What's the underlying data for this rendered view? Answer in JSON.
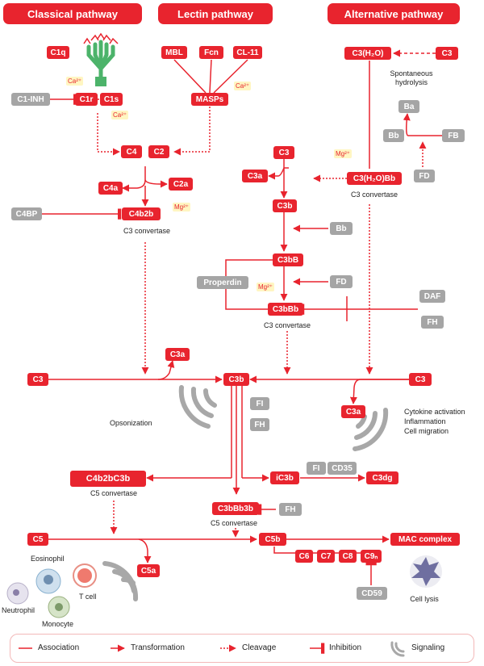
{
  "colors": {
    "accent": "#e8242e",
    "grey": "#a5a5a5",
    "ion_bg": "#fff6c2"
  },
  "pathways": {
    "classical": "Classical pathway",
    "lectin": "Lectin pathway",
    "alternative": "Alternative pathway"
  },
  "classical": {
    "c1q": "C1q",
    "c1inh": "C1-INH",
    "c1r": "C1r",
    "c1s": "C1s",
    "ca1": "Ca²⁺",
    "ca2": "Ca²⁺",
    "c4": "C4",
    "c2": "C2",
    "c4a": "C4a",
    "c2a": "C2a",
    "c4bp": "C4BP",
    "c4b2b": "C4b2b",
    "mg": "Mg²⁺",
    "convertase": "C3 convertase"
  },
  "lectin": {
    "mbl": "MBL",
    "fcn": "Fcn",
    "cl11": "CL-11",
    "masps": "MASPs",
    "ca": "Ca²⁺"
  },
  "alternative": {
    "c3h2o": "C3(H₂O)",
    "c3": "C3",
    "hydrolysis": [
      "Spontaneous",
      "hydrolysis"
    ],
    "ba": "Ba",
    "bb": "Bb",
    "fb": "FB",
    "mg": "Mg²⁺",
    "c3h2obb": "C3(H₂O)Bb",
    "fd": "FD",
    "convertase": "C3 convertase"
  },
  "amplification": {
    "c3": "C3",
    "c3a": "C3a",
    "c3b": "C3b",
    "bb": "Bb",
    "c3bb": "C3bB",
    "properdin": "Properdin",
    "fd": "FD",
    "mg": "Mg²⁺",
    "c3bbb": "C3bBb",
    "daf": "DAF",
    "fh": "FH",
    "convertase": "C3 convertase"
  },
  "central": {
    "c3_left": "C3",
    "c3_right": "C3",
    "c3a_top": "C3a",
    "c3b": "C3b",
    "c3a_right": "C3a",
    "opsonization": "Opsonization",
    "fi": "FI",
    "fh": "FH",
    "signaling_effects": [
      "Cytokine activation",
      "Inflammation",
      "Cell migration"
    ]
  },
  "c5": {
    "c4b2bc3b": "C4b2bC3b",
    "convertase_left": "C5 convertase",
    "ic3b": "iC3b",
    "fi": "FI",
    "cd35": "CD35",
    "c3dg": "C3dg",
    "c3bbb3b": "C3bBb3b",
    "fh": "FH",
    "convertase_mid": "C5 convertase",
    "c5": "C5",
    "c5b": "C5b",
    "mac": "MAC complex",
    "c5a": "C5a",
    "c6": "C6",
    "c7": "C7",
    "c8": "C8",
    "c9n": "C9ₙ",
    "cd59": "CD59",
    "cell_lysis": "Cell lysis",
    "cells": {
      "eosinophil": "Eosinophil",
      "tcell": "T cell",
      "neutrophil": "Neutrophil",
      "monocyte": "Monocyte"
    }
  },
  "legend": {
    "association": "Association",
    "transformation": "Transformation",
    "cleavage": "Cleavage",
    "inhibition": "Inhibition",
    "signaling": "Signaling"
  }
}
